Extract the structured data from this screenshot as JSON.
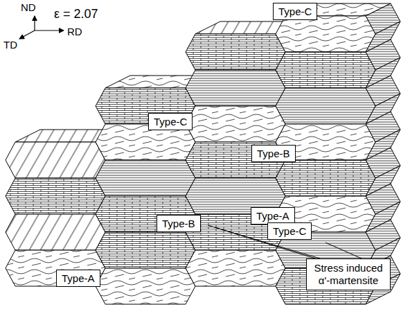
{
  "diagram": {
    "nodes": [
      {
        "text": [
          "Type-C"
        ]
      },
      {
        "text": [
          "Type-C"
        ]
      },
      {
        "text": [
          "Type-B"
        ]
      },
      {
        "text": [
          "Type-A"
        ]
      },
      {
        "text": [
          "Type-B"
        ]
      },
      {
        "text": [
          "Type-C"
        ]
      },
      {
        "text": [
          "Type-A"
        ]
      },
      {
        "text": [
          "Stress induced α'-martensite"
        ]
      }
    ],
    "labels": [
      "ND",
      "RD",
      "TD",
      "ε = 2.07"
    ]
  }
}
